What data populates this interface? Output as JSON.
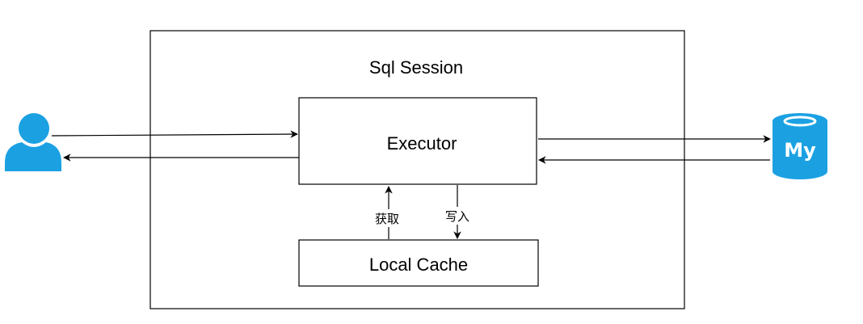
{
  "diagram": {
    "outer_container": {
      "label": "Sql Session"
    },
    "executor": {
      "label": "Executor"
    },
    "local_cache": {
      "label": "Local Cache"
    },
    "edge_fetch": {
      "label": "获取"
    },
    "edge_write": {
      "label": "写入"
    },
    "database_icon": {
      "label": "My"
    }
  },
  "colors": {
    "stroke": "#000000",
    "icon_blue": "#1ba1e2",
    "background": "#ffffff"
  },
  "icons": {
    "user": "user-icon",
    "database": "mysql-database-icon"
  }
}
